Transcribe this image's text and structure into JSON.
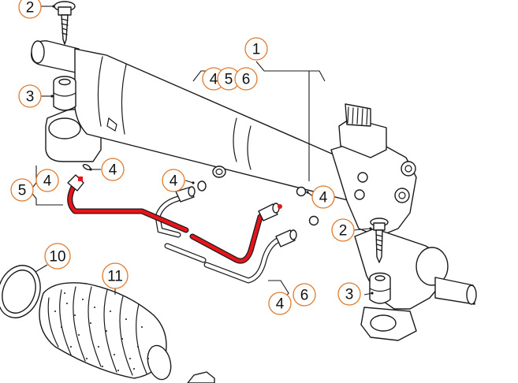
{
  "highlight_color": "#e8141c",
  "callout_color": "#e07a2c",
  "callouts": [
    {
      "id": "c-2-top",
      "label": "2"
    },
    {
      "id": "c-1",
      "label": "1"
    },
    {
      "id": "c-4-group",
      "label": "4"
    },
    {
      "id": "c-5-group",
      "label": "5"
    },
    {
      "id": "c-6-group",
      "label": "6"
    },
    {
      "id": "c-3-left",
      "label": "3"
    },
    {
      "id": "c-4-pipe-end",
      "label": "4"
    },
    {
      "id": "c-4-left",
      "label": "4"
    },
    {
      "id": "c-5-left",
      "label": "5"
    },
    {
      "id": "c-4-center",
      "label": "4"
    },
    {
      "id": "c-4-right",
      "label": "4"
    },
    {
      "id": "c-2-right",
      "label": "2"
    },
    {
      "id": "c-10",
      "label": "10"
    },
    {
      "id": "c-11",
      "label": "11"
    },
    {
      "id": "c-6-bottom",
      "label": "6"
    },
    {
      "id": "c-4-bottom",
      "label": "4"
    },
    {
      "id": "c-3-right",
      "label": "3"
    }
  ]
}
